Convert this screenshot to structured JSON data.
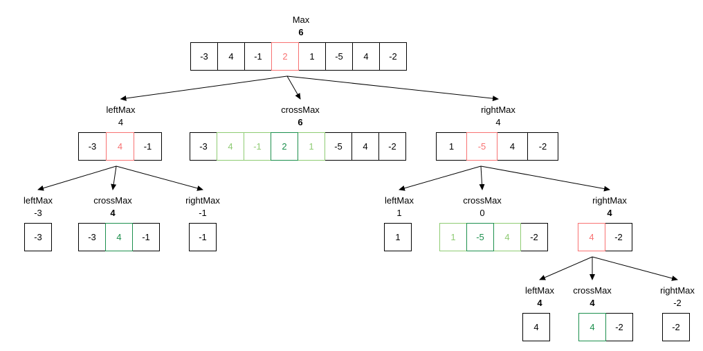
{
  "diagram_title": "Max",
  "colors": {
    "red": "#f87171",
    "green_light": "#8ecb72",
    "green_dark": "#1b8f4c",
    "black": "#000000"
  },
  "nodes": [
    {
      "id": "root",
      "label": "Max",
      "value": "6",
      "bold": true,
      "cells": [
        {
          "v": "-3",
          "style": "black"
        },
        {
          "v": "4",
          "style": "black"
        },
        {
          "v": "-1",
          "style": "black"
        },
        {
          "v": "2",
          "style": "red"
        },
        {
          "v": "1",
          "style": "black"
        },
        {
          "v": "-5",
          "style": "black"
        },
        {
          "v": "4",
          "style": "black"
        },
        {
          "v": "-2",
          "style": "black"
        }
      ]
    },
    {
      "id": "l",
      "label": "leftMax",
      "value": "4",
      "bold": false,
      "cells": [
        {
          "v": "-3",
          "style": "black"
        },
        {
          "v": "4",
          "style": "red"
        },
        {
          "v": "-1",
          "style": "black"
        }
      ]
    },
    {
      "id": "c",
      "label": "crossMax",
      "value": "6",
      "bold": true,
      "cells": [
        {
          "v": "-3",
          "style": "black"
        },
        {
          "v": "4",
          "style": "green_light"
        },
        {
          "v": "-1",
          "style": "green_light"
        },
        {
          "v": "2",
          "style": "green_dark"
        },
        {
          "v": "1",
          "style": "green_light"
        },
        {
          "v": "-5",
          "style": "black"
        },
        {
          "v": "4",
          "style": "black"
        },
        {
          "v": "-2",
          "style": "black"
        }
      ]
    },
    {
      "id": "r",
      "label": "rightMax",
      "value": "4",
      "bold": false,
      "cells": [
        {
          "v": "1",
          "style": "black"
        },
        {
          "v": "-5",
          "style": "red"
        },
        {
          "v": "4",
          "style": "black"
        },
        {
          "v": "-2",
          "style": "black"
        }
      ]
    },
    {
      "id": "ll",
      "label": "leftMax",
      "value": "-3",
      "bold": false,
      "cells": [
        {
          "v": "-3",
          "style": "black"
        }
      ]
    },
    {
      "id": "lc",
      "label": "crossMax",
      "value": "4",
      "bold": true,
      "cells": [
        {
          "v": "-3",
          "style": "black"
        },
        {
          "v": "4",
          "style": "green_dark"
        },
        {
          "v": "-1",
          "style": "black"
        }
      ]
    },
    {
      "id": "lr",
      "label": "rightMax",
      "value": "-1",
      "bold": false,
      "cells": [
        {
          "v": "-1",
          "style": "black"
        }
      ]
    },
    {
      "id": "rl",
      "label": "leftMax",
      "value": "1",
      "bold": false,
      "cells": [
        {
          "v": "1",
          "style": "black"
        }
      ]
    },
    {
      "id": "rc",
      "label": "crossMax",
      "value": "0",
      "bold": false,
      "cells": [
        {
          "v": "1",
          "style": "green_light"
        },
        {
          "v": "-5",
          "style": "green_dark"
        },
        {
          "v": "4",
          "style": "green_light"
        },
        {
          "v": "-2",
          "style": "black"
        }
      ]
    },
    {
      "id": "rr",
      "label": "rightMax",
      "value": "4",
      "bold": true,
      "cells": [
        {
          "v": "4",
          "style": "red"
        },
        {
          "v": "-2",
          "style": "black"
        }
      ]
    },
    {
      "id": "rrl",
      "label": "leftMax",
      "value": "4",
      "bold": true,
      "cells": [
        {
          "v": "4",
          "style": "black"
        }
      ]
    },
    {
      "id": "rrc",
      "label": "crossMax",
      "value": "4",
      "bold": true,
      "cells": [
        {
          "v": "4",
          "style": "green_dark"
        },
        {
          "v": "-2",
          "style": "black"
        }
      ]
    },
    {
      "id": "rrr",
      "label": "rightMax",
      "value": "-2",
      "bold": false,
      "cells": [
        {
          "v": "-2",
          "style": "black"
        }
      ]
    }
  ],
  "edges": [
    {
      "from": "root",
      "to": "l"
    },
    {
      "from": "root",
      "to": "c"
    },
    {
      "from": "root",
      "to": "r"
    },
    {
      "from": "l",
      "to": "ll"
    },
    {
      "from": "l",
      "to": "lc"
    },
    {
      "from": "l",
      "to": "lr"
    },
    {
      "from": "r",
      "to": "rl"
    },
    {
      "from": "r",
      "to": "rc"
    },
    {
      "from": "r",
      "to": "rr"
    },
    {
      "from": "rr",
      "to": "rrl"
    },
    {
      "from": "rr",
      "to": "rrc"
    },
    {
      "from": "rr",
      "to": "rrr"
    }
  ]
}
